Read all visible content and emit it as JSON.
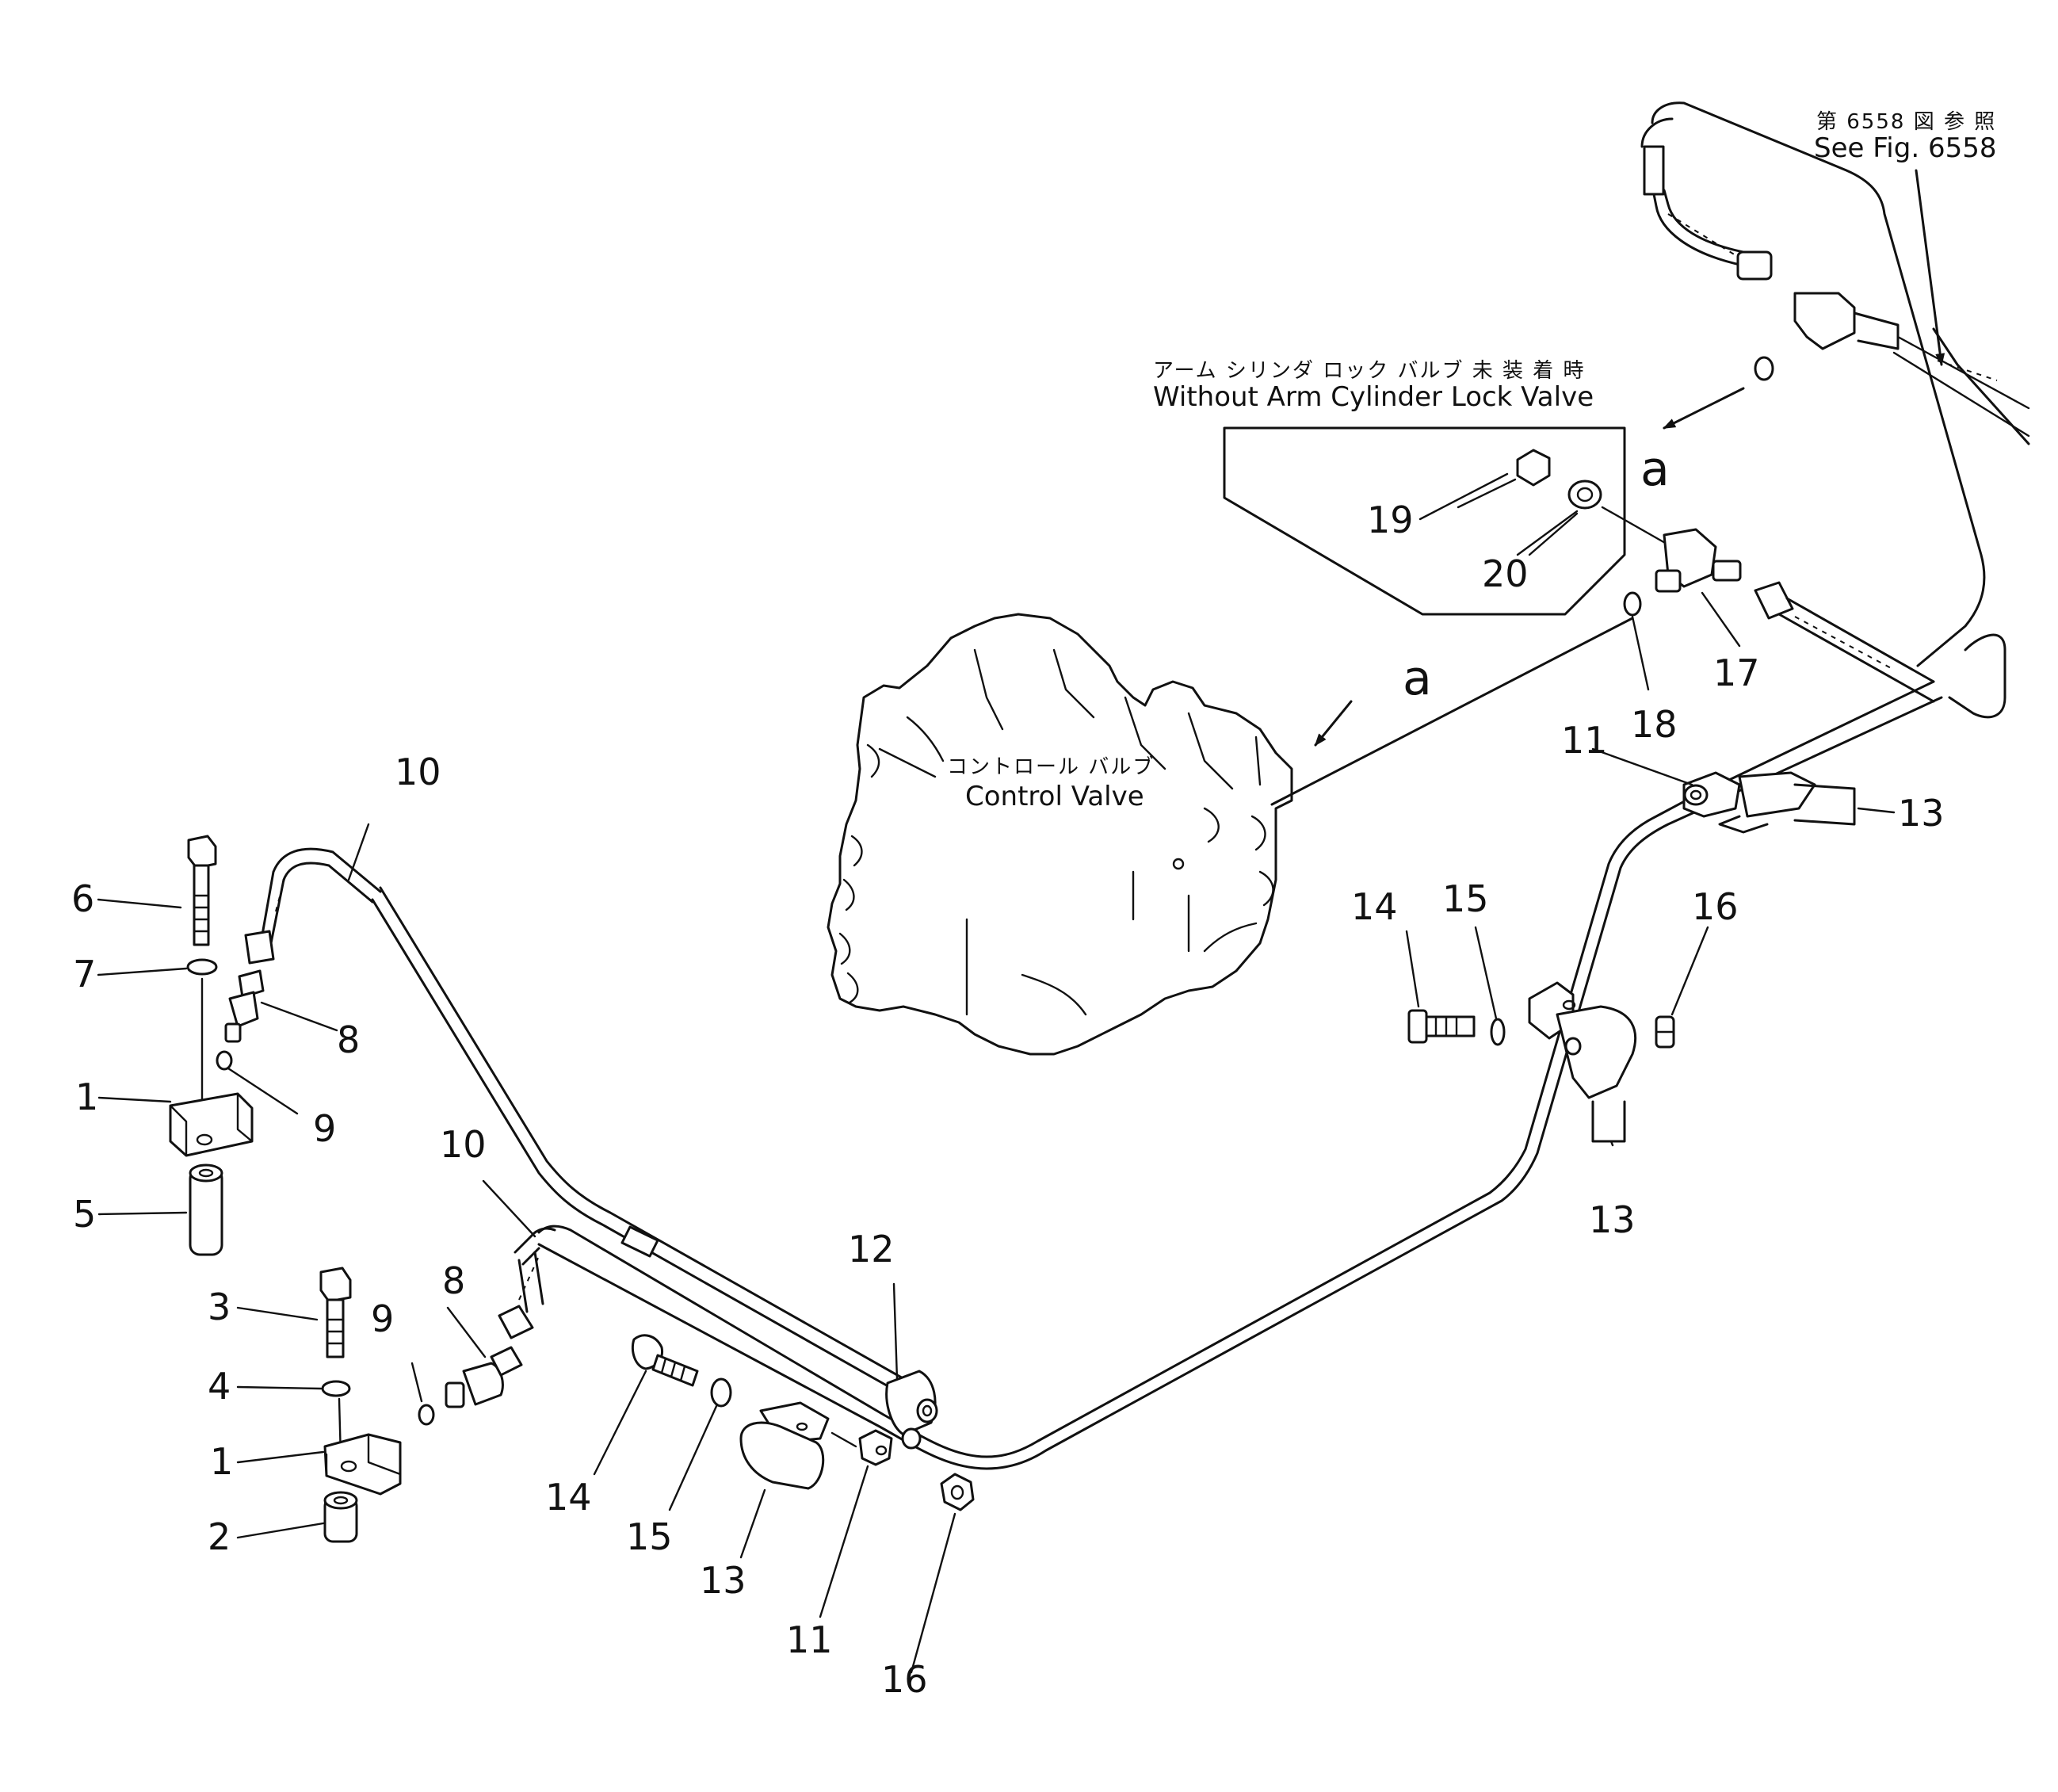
{
  "references": {
    "see_fig_jp": "第 6558 図 参 照",
    "see_fig_en": "See Fig. 6558"
  },
  "option_box": {
    "title_jp": "アーム シリンダ ロック バルブ 未 装 着 時",
    "title_en": "Without Arm Cylinder Lock Valve"
  },
  "control_valve": {
    "label_jp": "コントロール バルブ",
    "label_en": "Control Valve"
  },
  "view_markers": [
    "a",
    "a"
  ],
  "callouts": {
    "n1a": "1",
    "n1b": "1",
    "n2": "2",
    "n3": "3",
    "n4": "4",
    "n5": "5",
    "n6": "6",
    "n7": "7",
    "n8a": "8",
    "n8b": "8",
    "n9a": "9",
    "n9b": "9",
    "n10a": "10",
    "n10b": "10",
    "n11a": "11",
    "n11b": "11",
    "n12": "12",
    "n13a": "13",
    "n13b": "13",
    "n13c": "13",
    "n14a": "14",
    "n14b": "14",
    "n15a": "15",
    "n15b": "15",
    "n16a": "16",
    "n16b": "16",
    "n17": "17",
    "n18": "18",
    "n19": "19",
    "n20": "20"
  }
}
